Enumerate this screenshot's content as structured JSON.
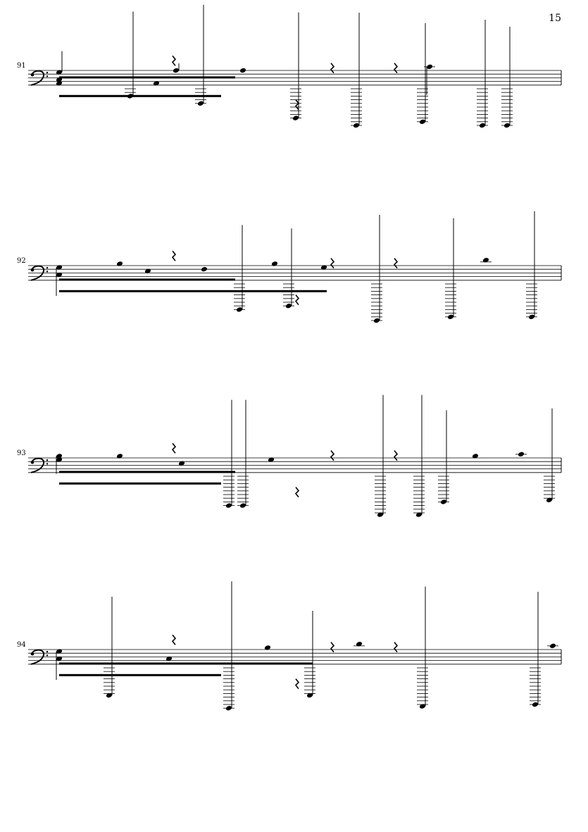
{
  "page_number": "15",
  "systems": [
    {
      "measure_number": "91",
      "clef": "bass"
    },
    {
      "measure_number": "92",
      "clef": "bass"
    },
    {
      "measure_number": "93",
      "clef": "bass"
    },
    {
      "measure_number": "94",
      "clef": "bass"
    }
  ],
  "colors": {
    "ink": "#000000",
    "paper": "#ffffff"
  }
}
